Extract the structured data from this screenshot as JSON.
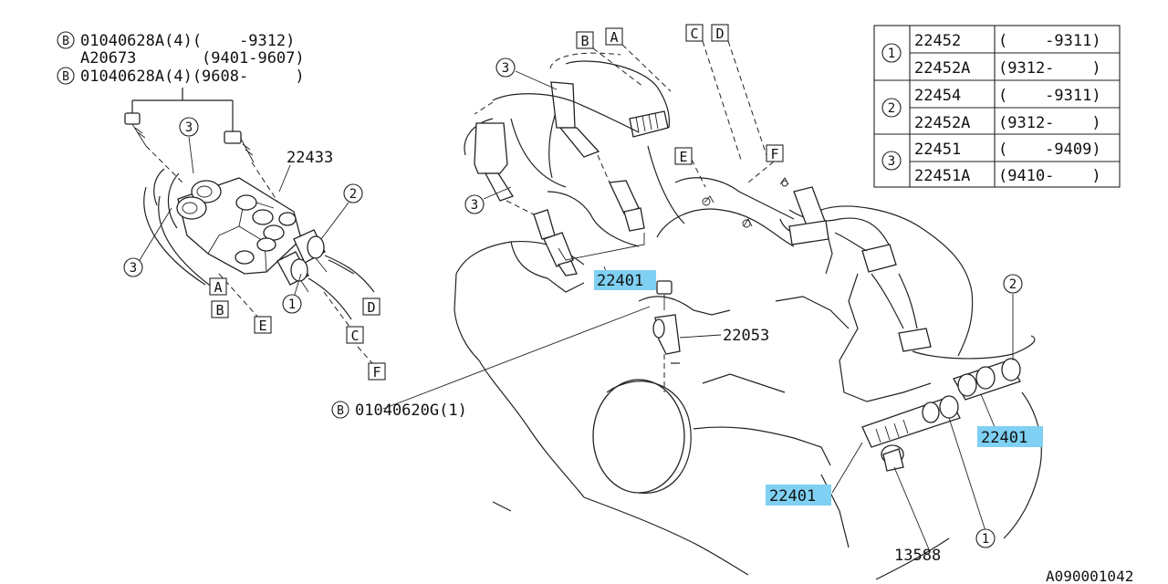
{
  "top_left_notes": [
    {
      "badge": "B",
      "text": "01040628A(4)(    -9312)"
    },
    {
      "badge": "",
      "text": "A20673       (9401-9607)"
    },
    {
      "badge": "B",
      "text": "01040628A(4)(9608-     )"
    }
  ],
  "part_numbers": {
    "ignition_coil": "22433",
    "spark_plug_top": "22401",
    "spark_plug_right": "22401",
    "spark_plug_bottom": "22401",
    "crank_sensor": "22053",
    "sensor_bolt": "01040620G(1)",
    "sensor_cover": "13588"
  },
  "callouts": {
    "one": "1",
    "two": "2",
    "three": "3"
  },
  "connector_letters": {
    "A": "A",
    "B": "B",
    "C": "C",
    "D": "D",
    "E": "E",
    "F": "F"
  },
  "badge_letter": "B",
  "legend_table": {
    "rows": [
      {
        "key": "1",
        "entries": [
          [
            "22452",
            "(    -9311)"
          ],
          [
            "22452A",
            "(9312-    )"
          ]
        ]
      },
      {
        "key": "2",
        "entries": [
          [
            "22454",
            "(    -9311)"
          ],
          [
            "22452A",
            "(9312-    )"
          ]
        ]
      },
      {
        "key": "3",
        "entries": [
          [
            "22451",
            "(    -9409)"
          ],
          [
            "22451A",
            "(9410-    )"
          ]
        ]
      }
    ]
  },
  "highlight_color": "#7fd0f2",
  "drawing_code": "A090001042"
}
